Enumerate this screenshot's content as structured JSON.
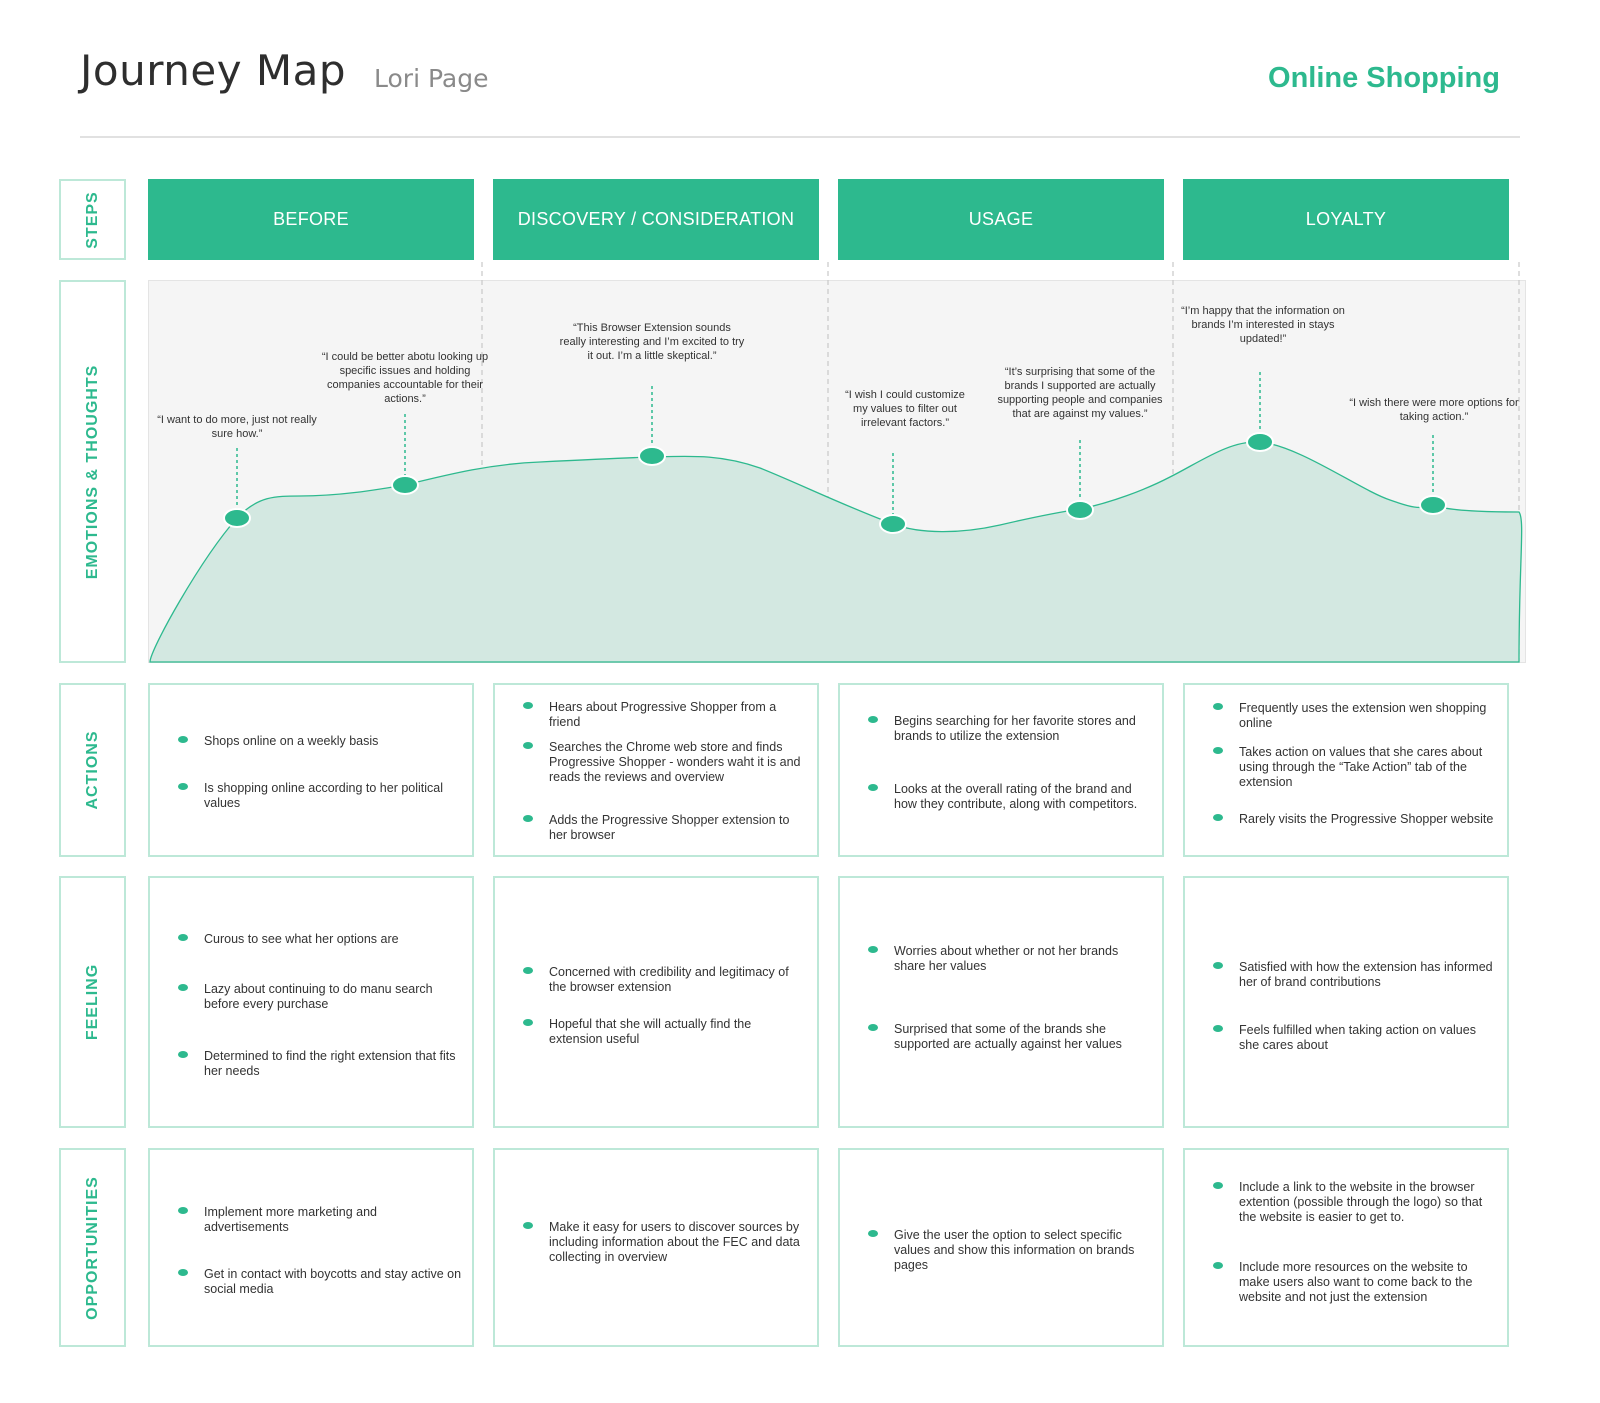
{
  "header": {
    "title": "Journey Map",
    "subtitle": "Lori Page",
    "context": "Online Shopping"
  },
  "row_labels": {
    "steps": "STEPS",
    "emotions": "EMOTIONS & THOUGHTS",
    "actions": "ACTIONS",
    "feeling": "FEELING",
    "opportunities": "OPPORTUNITIES"
  },
  "steps": [
    "BEFORE",
    "DISCOVERY / CONSIDERATION",
    "USAGE",
    "LOYALTY"
  ],
  "emotions": {
    "quotes": [
      "“I want to do more, just not really sure how.”",
      "“I could be better abotu looking up specific issues and holding companies accountable for their actions.”",
      "“This Browser Extension sounds really interesting and I’m excited to try it out. I’m a little skeptical.”",
      "“I wish I could customize my values to filter out irrelevant factors.”",
      "“It’s surprising that some of the brands I supported are actually supporting people and companies that are  against my values.”",
      "“I’m happy that the information on brands I’m interested in stays updated!”",
      "“I wish there were more options for taking action.”"
    ],
    "colors": {
      "fill": "#d3e8e1",
      "line": "#2db98e",
      "marker": "#2db98e"
    }
  },
  "actions": [
    [
      "Shops online on a weekly basis",
      "Is shopping online according to her political values"
    ],
    [
      "Hears about Progressive Shopper from a friend",
      "Searches the Chrome web store and finds Progressive Shopper - wonders waht it is and reads the reviews and overview",
      "Adds the Progressive Shopper extension to her browser"
    ],
    [
      "Begins searching for her favorite stores and brands to utilize the extension",
      "Looks at the overall rating of the brand and how they contribute, along with competitors."
    ],
    [
      "Frequently uses the extension wen shopping online",
      "Takes action on values that she cares about using through the “Take Action” tab of the extension",
      "Rarely visits the Progressive Shopper website"
    ]
  ],
  "feeling": [
    [
      "Curous to see what her options are",
      "Lazy about continuing to do manu search before every purchase",
      "Determined to find the right extension that fits her needs"
    ],
    [
      "Concerned with credibility and legitimacy of the browser extension",
      "Hopeful that she will actually find the extension useful"
    ],
    [
      "Worries about whether or not her brands share her values",
      "Surprised that some of the brands she supported are actually against her values"
    ],
    [
      "Satisfied with how the extension has informed her of brand contributions",
      "Feels fulfilled when taking action on values she cares about"
    ]
  ],
  "opportunities": [
    [
      "Implement more marketing and advertisements",
      "Get in contact with boycotts and stay active on social media"
    ],
    [
      "Make it easy for users to discover sources by including information about the FEC and data collecting in overview"
    ],
    [
      "Give the user the option to select specific values and show this information on brands pages"
    ],
    [
      "Include a link to the website in the browser extention (possible through the logo) so that the website is easier to get to.",
      "Include more resources on the website to make users also want to come back to the website and not just the extension"
    ]
  ],
  "accent_color": "#2db98e",
  "border_color": "#bde8d8"
}
